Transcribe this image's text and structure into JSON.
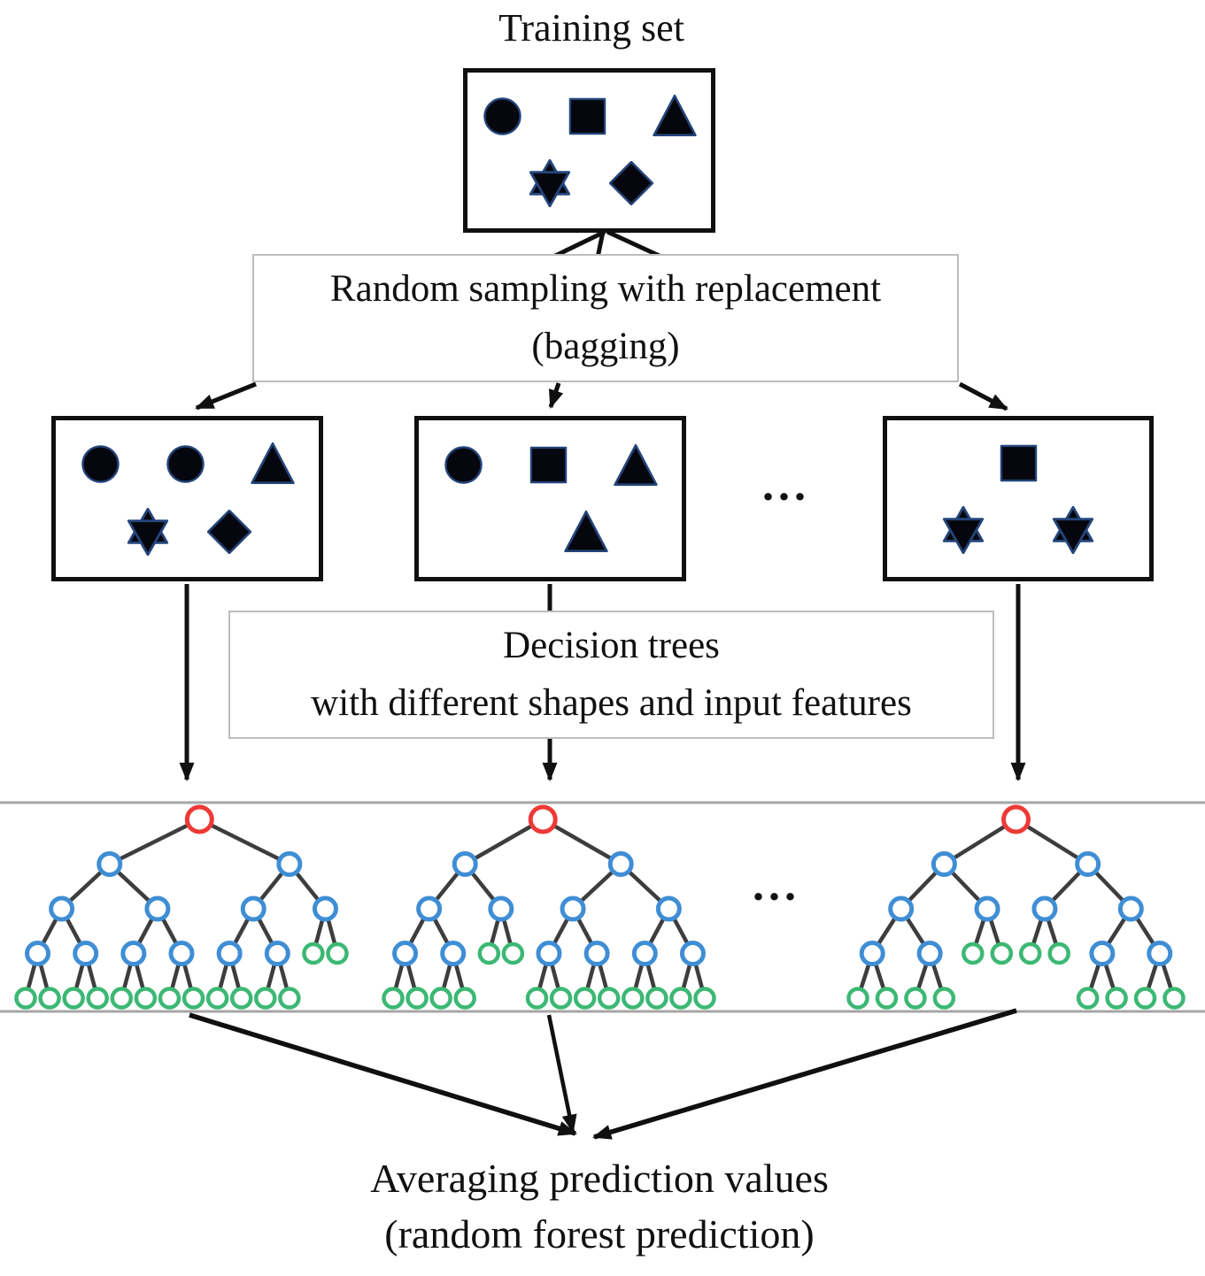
{
  "title": "Training set",
  "training_box": {
    "rows": [
      [
        "circle",
        "square",
        "triangle"
      ],
      [
        "star",
        "diamond"
      ]
    ]
  },
  "bagging_label": {
    "line1": "Random sampling with replacement",
    "line2": "(bagging)"
  },
  "samples": [
    {
      "rows": [
        [
          "circle",
          "circle",
          "triangle"
        ],
        [
          "star",
          "diamond"
        ]
      ]
    },
    {
      "rows": [
        [
          "circle",
          "square",
          "triangle"
        ],
        [
          "triangle"
        ]
      ]
    },
    {
      "rows": [
        [
          "square"
        ],
        [
          "star",
          "star"
        ]
      ]
    }
  ],
  "ellipsis_samples": "...",
  "decision_label": {
    "line1": "Decision trees",
    "line2": "with different shapes and input features"
  },
  "trees": {
    "tree1": [
      [
        [
          [
            0,
            0
          ],
          [
            0,
            0
          ]
        ],
        [
          [
            0,
            0
          ],
          [
            0,
            0
          ]
        ]
      ],
      [
        [
          [
            0,
            0
          ],
          [
            0,
            0
          ]
        ],
        [
          0,
          0
        ]
      ]
    ],
    "tree2": [
      [
        [
          [
            0,
            0
          ],
          [
            0,
            0
          ]
        ],
        [
          0,
          0
        ]
      ],
      [
        [
          [
            0,
            0
          ],
          [
            0,
            0
          ]
        ],
        [
          [
            0,
            0
          ],
          [
            0,
            0
          ]
        ]
      ]
    ],
    "tree3": [
      [
        [
          [
            0,
            0
          ],
          [
            0,
            0
          ]
        ],
        [
          0,
          0
        ]
      ],
      [
        [
          0,
          0
        ],
        [
          [
            0,
            0
          ],
          [
            0,
            0
          ]
        ]
      ]
    ]
  },
  "ellipsis_trees": "...",
  "output_label": {
    "line1": "Averaging prediction values",
    "line2": "(random forest prediction)"
  },
  "colors": {
    "shape_fill": "#06060e",
    "shape_stroke": "#24457a",
    "box_border": "#101010",
    "label_border": "#bdbdbd",
    "band_line": "#a6a6a6",
    "tree_edge": "#3d3d3d",
    "root_node": "#ee3a36",
    "internal_node": "#3f8ed5",
    "leaf_node": "#3cb874",
    "arrow": "#101010",
    "text": "#111111"
  }
}
